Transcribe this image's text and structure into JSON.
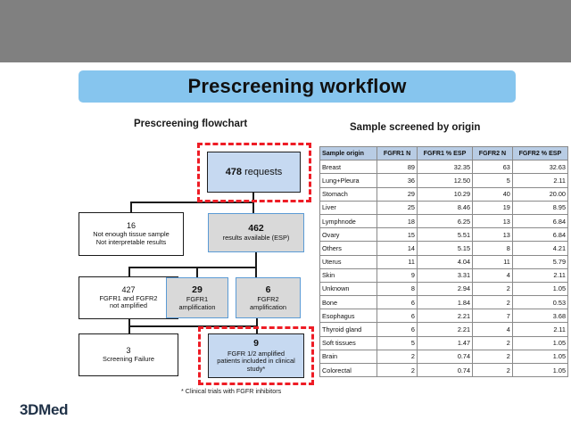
{
  "slide": {
    "title": "Prescreening workflow",
    "logo": "3DMed",
    "banner_color": "#86c5ee",
    "top_band_color": "#808080",
    "highlight_color": "#ee1c25"
  },
  "sections": {
    "flowchart_heading": "Prescreening flowchart",
    "table_heading": "Sample screened by origin"
  },
  "flowchart": {
    "footnote": "* Clinical trials with FGFR inhibitors",
    "nodes": [
      {
        "id": "requests",
        "count": "478",
        "label": "requests",
        "lines": [],
        "style": "blue",
        "highlighted": "true"
      },
      {
        "id": "not-enough",
        "count": "16",
        "label": "",
        "lines": [
          "Not enough tissue sample",
          "Not interpretable results"
        ],
        "style": "white",
        "highlighted": "false"
      },
      {
        "id": "results-available",
        "count": "462",
        "label": "",
        "lines": [
          "results available (ESP)"
        ],
        "style": "gray",
        "highlighted": "false"
      },
      {
        "id": "not-amplified",
        "count": "427",
        "label": "",
        "lines": [
          "FGFR1 and FGFR2",
          "not amplified"
        ],
        "style": "white",
        "highlighted": "false"
      },
      {
        "id": "fgfr1-amp",
        "count": "29",
        "label": "",
        "lines": [
          "FGFR1",
          "amplification"
        ],
        "style": "gray",
        "highlighted": "false"
      },
      {
        "id": "fgfr2-amp",
        "count": "6",
        "label": "",
        "lines": [
          "FGFR2",
          "amplification"
        ],
        "style": "gray",
        "highlighted": "false"
      },
      {
        "id": "screening-failure",
        "count": "3",
        "label": "",
        "lines": [
          "Screening Failure"
        ],
        "style": "white",
        "highlighted": "false"
      },
      {
        "id": "included-in-study",
        "count": "9",
        "label": "",
        "lines": [
          "FGFR 1/2 amplified",
          "patients included in clinical",
          "study*"
        ],
        "style": "blue",
        "highlighted": "true"
      }
    ]
  },
  "chart_data": {
    "type": "table",
    "title": "Sample screened by origin",
    "columns": [
      "Sample origin",
      "FGFR1 N",
      "FGFR1 % ESP",
      "FGFR2 N",
      "FGFR2 % ESP"
    ],
    "rows": [
      [
        "Breast",
        "89",
        "32.35",
        "63",
        "32.63"
      ],
      [
        "Lung+Pleura",
        "36",
        "12.50",
        "5",
        "2.11"
      ],
      [
        "Stomach",
        "29",
        "10.29",
        "40",
        "20.00"
      ],
      [
        "Liver",
        "25",
        "8.46",
        "19",
        "8.95"
      ],
      [
        "Lymphnode",
        "18",
        "6.25",
        "13",
        "6.84"
      ],
      [
        "Ovary",
        "15",
        "5.51",
        "13",
        "6.84"
      ],
      [
        "Others",
        "14",
        "5.15",
        "8",
        "4.21"
      ],
      [
        "Uterus",
        "11",
        "4.04",
        "11",
        "5.79"
      ],
      [
        "Skin",
        "9",
        "3.31",
        "4",
        "2.11"
      ],
      [
        "Unknown",
        "8",
        "2.94",
        "2",
        "1.05"
      ],
      [
        "Bone",
        "6",
        "1.84",
        "2",
        "0.53"
      ],
      [
        "Esophagus",
        "6",
        "2.21",
        "7",
        "3.68"
      ],
      [
        "Thyroid gland",
        "6",
        "2.21",
        "4",
        "2.11"
      ],
      [
        "Soft tissues",
        "5",
        "1.47",
        "2",
        "1.05"
      ],
      [
        "Brain",
        "2",
        "0.74",
        "2",
        "1.05"
      ],
      [
        "Colorectal",
        "2",
        "0.74",
        "2",
        "1.05"
      ]
    ]
  }
}
